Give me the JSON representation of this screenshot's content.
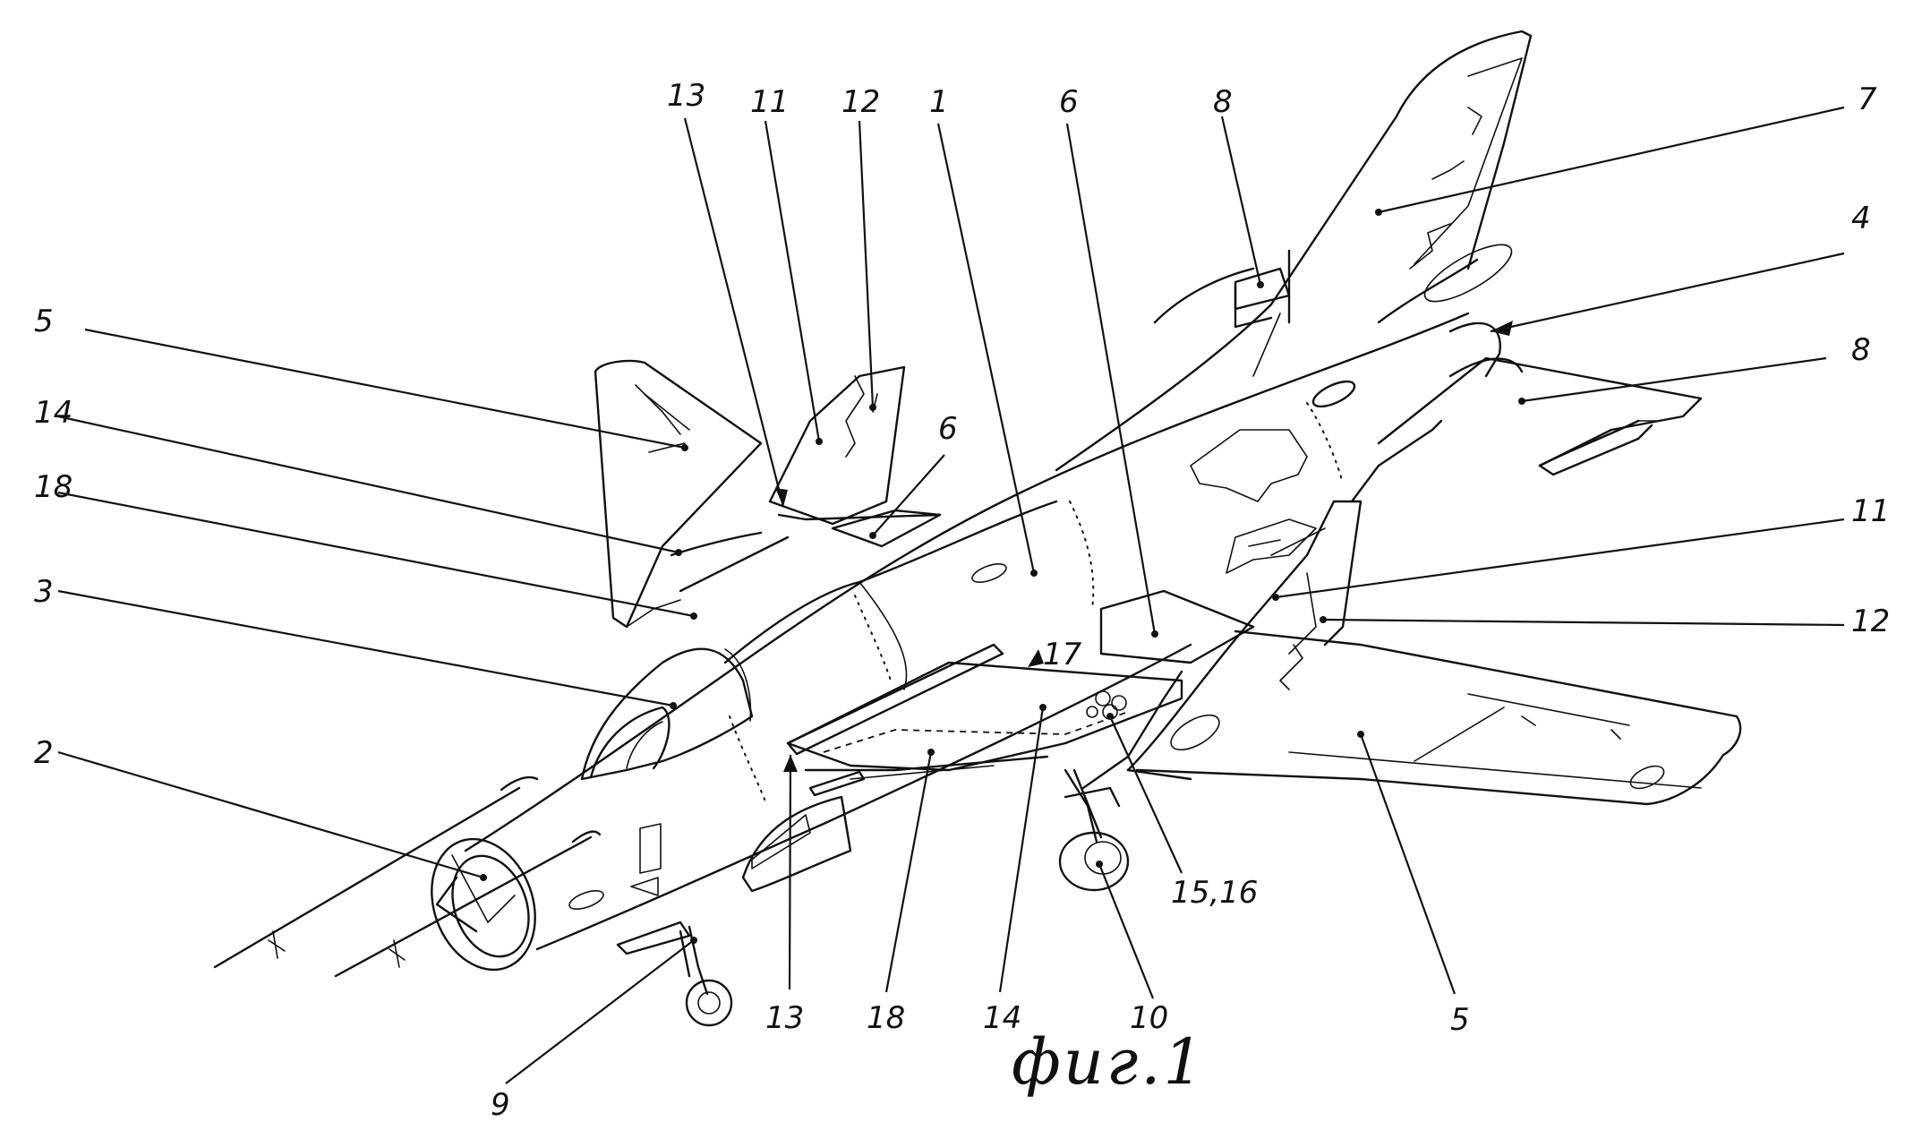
{
  "figure": {
    "caption": "фиг.1",
    "labels": {
      "l1": "1",
      "l2": "2",
      "l3": "3",
      "l4": "4",
      "l5a": "5",
      "l5b": "5",
      "l6a": "6",
      "l6b": "6",
      "l7": "7",
      "l8a": "8",
      "l8b": "8",
      "l9": "9",
      "l10": "10",
      "l11a": "11",
      "l11b": "11",
      "l12a": "12",
      "l12b": "12",
      "l13a": "13",
      "l13b": "13",
      "l14a": "14",
      "l14b": "14",
      "l15_16": "15,16",
      "l17": "17",
      "l18a": "18",
      "l18b": "18"
    }
  }
}
